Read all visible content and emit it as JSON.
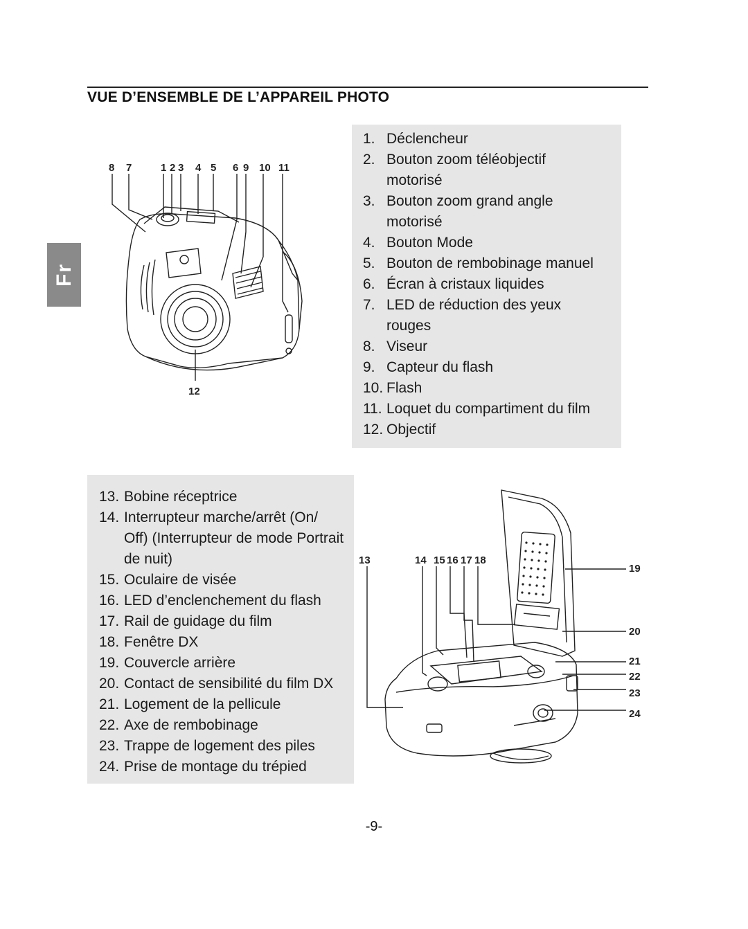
{
  "title": "VUE D’ENSEMBLE DE L’APPAREIL PHOTO",
  "language_tab": "Fr",
  "front_view": {
    "callouts_top": [
      "8",
      "7",
      "1",
      "2",
      "3",
      "4",
      "5",
      "6",
      "9",
      "10",
      "11"
    ],
    "callout_bottom": "12"
  },
  "front_parts": [
    {
      "num": "1.",
      "text": "Déclencheur"
    },
    {
      "num": "2.",
      "text": "Bouton zoom téléobjectif motorisé"
    },
    {
      "num": "3.",
      "text": "Bouton zoom grand angle motorisé"
    },
    {
      "num": "4.",
      "text": "Bouton Mode"
    },
    {
      "num": "5.",
      "text": "Bouton de rembobinage manuel"
    },
    {
      "num": "6.",
      "text": "Écran à cristaux liquides"
    },
    {
      "num": "7.",
      "text": "LED de réduction des yeux rouges"
    },
    {
      "num": "8.",
      "text": "Viseur"
    },
    {
      "num": "9.",
      "text": "Capteur du flash"
    },
    {
      "num": "10.",
      "text": "Flash"
    },
    {
      "num": "11.",
      "text": "Loquet du compartiment du film"
    },
    {
      "num": "12.",
      "text": "Objectif"
    }
  ],
  "back_parts": [
    {
      "num": "13.",
      "text": "Bobine réceptrice"
    },
    {
      "num": "14.",
      "text": "Interrupteur marche/arrêt (On/ Off) (Interrupteur de mode Portrait de nuit)"
    },
    {
      "num": "15.",
      "text": "Oculaire de visée"
    },
    {
      "num": "16.",
      "text": "LED d’enclenchement du flash"
    },
    {
      "num": "17.",
      "text": "Rail de guidage du film"
    },
    {
      "num": "18.",
      "text": "Fenêtre DX"
    },
    {
      "num": "19.",
      "text": "Couvercle arrière"
    },
    {
      "num": "20.",
      "text": "Contact de sensibilité du film DX"
    },
    {
      "num": "21.",
      "text": "Logement de la pellicule"
    },
    {
      "num": "22.",
      "text": "Axe de rembobinage"
    },
    {
      "num": "23.",
      "text": "Trappe de logement des piles"
    },
    {
      "num": "24.",
      "text": "Prise de montage du trépied"
    }
  ],
  "back_view": {
    "callouts_top": [
      "13",
      "14",
      "15",
      "16",
      "17",
      "18"
    ],
    "callouts_right": [
      "19",
      "20",
      "21",
      "22",
      "23",
      "24"
    ]
  },
  "page_number": "-9-"
}
